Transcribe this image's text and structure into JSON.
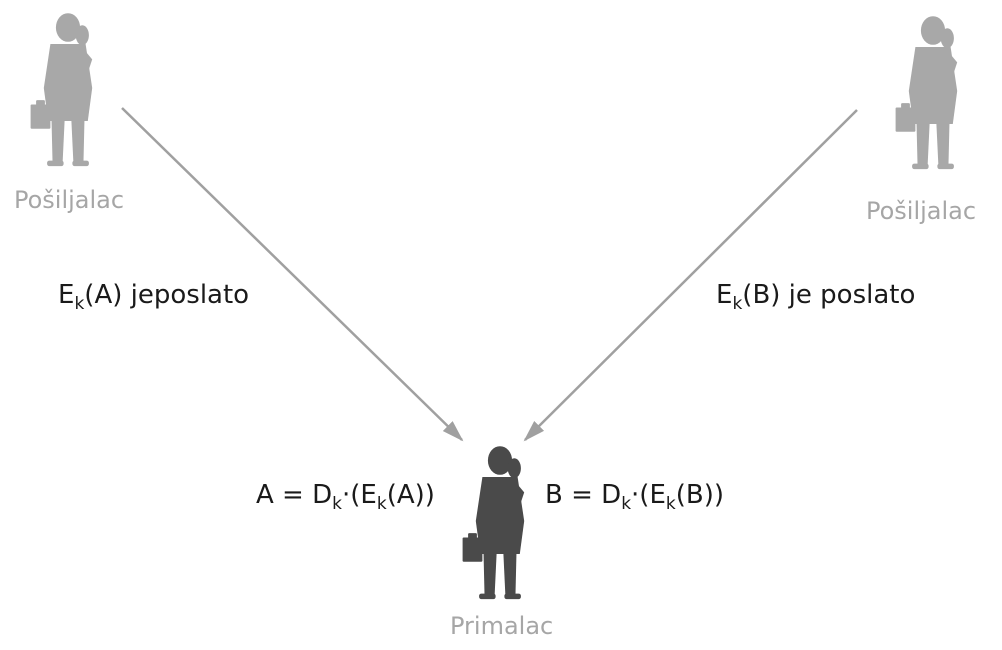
{
  "nodes": {
    "sender_left": {
      "label": "Pošiljalac",
      "role": "sender"
    },
    "sender_right": {
      "label": "Pošiljalac",
      "role": "sender"
    },
    "receiver": {
      "label": "Primalac",
      "role": "receiver"
    }
  },
  "messages": {
    "left": {
      "func": "E",
      "sub": "k",
      "arg": "(A)",
      "suffix": " jeposlato"
    },
    "right": {
      "func": "E",
      "sub": "k",
      "arg": "(B)",
      "suffix": " je poslato"
    }
  },
  "decryptions": {
    "left": {
      "lhs": "A =",
      "dfunc": "D",
      "dsub": "k",
      "mid": "·(",
      "efunc": "E",
      "esub": "k",
      "tail": "(A))"
    },
    "right": {
      "lhs": "B =",
      "dfunc": "D",
      "dsub": "k",
      "mid": "·(",
      "efunc": "E",
      "esub": "k",
      "tail": "(B))"
    }
  },
  "colors": {
    "sender_figure": "#a8a8a8",
    "receiver_figure": "#4a4a4a",
    "arrow": "#a0a0a0",
    "role_label": "#a6a6a6",
    "text": "#1a1a1a"
  },
  "icons": {
    "sender": "businessman-phone-briefcase-icon",
    "receiver": "businessman-phone-briefcase-icon"
  }
}
